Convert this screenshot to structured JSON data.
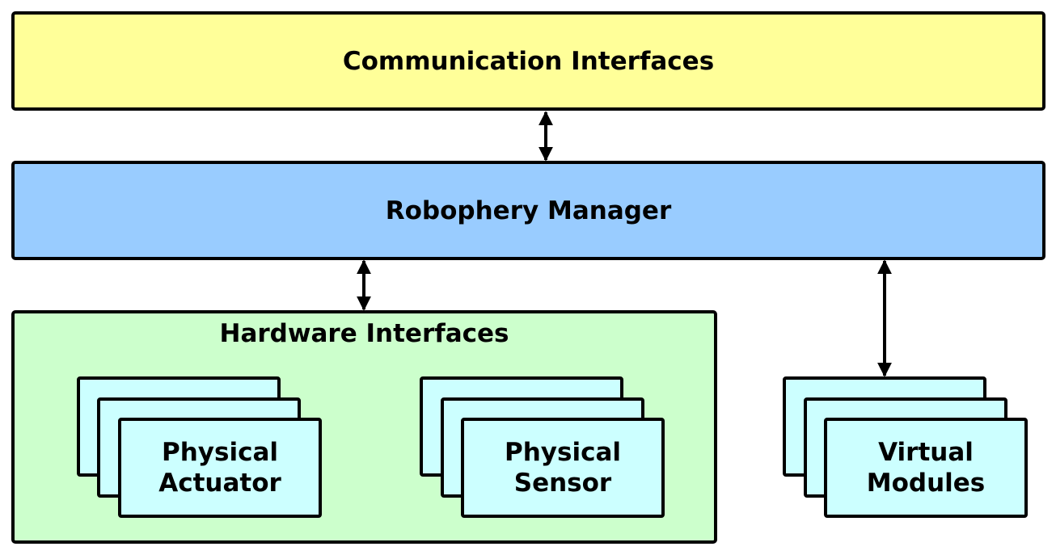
{
  "colors": {
    "communication_fill": "#ffff99",
    "manager_fill": "#99ccff",
    "hardware_fill": "#ccffcc",
    "module_fill": "#ccffff",
    "stroke": "#000000"
  },
  "communication": {
    "label": "Communication Interfaces"
  },
  "manager": {
    "label": "Robophery Manager"
  },
  "hardware": {
    "label": "Hardware Interfaces"
  },
  "actuator": {
    "label": "Physical\nActuator"
  },
  "sensor": {
    "label": "Physical\nSensor"
  },
  "virtual": {
    "label": "Virtual\nModules"
  }
}
